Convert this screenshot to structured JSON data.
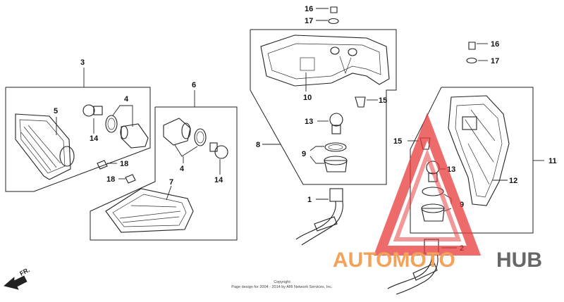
{
  "callouts": {
    "c1": "1",
    "c2": "2",
    "c3": "3",
    "c4a": "4",
    "c4b": "4",
    "c5": "5",
    "c6": "6",
    "c7": "7",
    "c8": "8",
    "c9a": "9",
    "c9b": "9",
    "c10": "10",
    "c11": "11",
    "c12": "12",
    "c13a": "13",
    "c13b": "13",
    "c14a": "14",
    "c14b": "14",
    "c15a": "15",
    "c15b": "15",
    "c16a": "16",
    "c16b": "16",
    "c17a": "17",
    "c17b": "17",
    "c18a": "18",
    "c18b": "18"
  },
  "footer": {
    "copyright": "Copyright",
    "pages": "Page design for 2004 - 2014 by ARI Network Services, Inc."
  },
  "direction": {
    "label": "FR."
  },
  "watermark": {
    "part1": "AUTOMOTO",
    "part2": "HUB"
  },
  "colors": {
    "watermark_red": "#e83a3a",
    "watermark_orange": "#f3a25a",
    "watermark_gray": "#676767"
  }
}
